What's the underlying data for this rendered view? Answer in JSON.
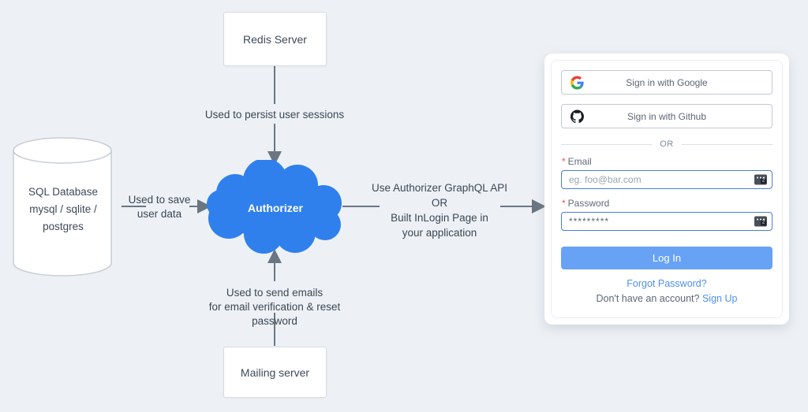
{
  "background_color": "#edf1f5",
  "diagram": {
    "nodes": {
      "redis": {
        "label": "Redis Server"
      },
      "database": {
        "lines": [
          "SQL Database",
          "mysql / sqlite /",
          "postgres"
        ]
      },
      "cloud": {
        "label": "Authorizer",
        "color": "#2f80ed"
      },
      "mailing": {
        "label": "Mailing server"
      }
    },
    "edge_labels": {
      "sessions": {
        "lines": [
          "Used to persist user sessions"
        ]
      },
      "userdata": {
        "lines": [
          "Used to save",
          "user data"
        ]
      },
      "emails": {
        "lines": [
          "Used to send emails",
          "for email verification & reset password"
        ]
      },
      "api": {
        "lines": [
          "Use Authorizer GraphQL API",
          "OR",
          "Built InLogin Page in",
          "your application"
        ]
      }
    },
    "arrow_color": "#6a7682"
  },
  "login_panel": {
    "google_button_label": "Sign in with Google",
    "github_button_label": "Sign in with Github",
    "divider_label": "OR",
    "email_field": {
      "required_mark": "*",
      "label": "Email",
      "placeholder": "eg. foo@bar.com"
    },
    "password_field": {
      "required_mark": "*",
      "label": "Password",
      "masked_value": "*********"
    },
    "login_button_label": "Log In",
    "forgot_password_link": "Forgot Password?",
    "signup_prompt": "Don't have an account?",
    "signup_link": "Sign Up",
    "colors": {
      "primary_button": "#68a2f5",
      "link": "#4e91ec",
      "required_mark": "#e5534b",
      "input_border": "#4a7de0"
    }
  },
  "icons": {
    "google": "google-icon",
    "github": "github-icon",
    "autofill": "autofill-extension-icon"
  }
}
